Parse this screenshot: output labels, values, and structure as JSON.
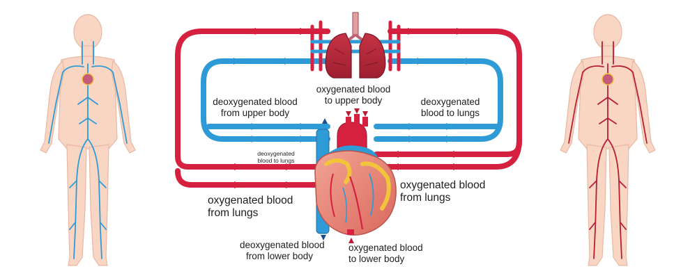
{
  "colors": {
    "oxygenated": "#d6203f",
    "deoxygenated": "#2e9bd6",
    "skin": "#f9d5c3",
    "skin_outline": "#e7b8a3",
    "lung": "#b7283a",
    "heart": "#e58a7c",
    "fat": "#f2c43c"
  },
  "icons": [
    "human-body-veins-figure",
    "human-body-arteries-figure",
    "lungs-illustration",
    "heart-illustration",
    "flow-arrow"
  ],
  "labels": {
    "oxy_upper": [
      "oxygenated blood",
      "to upper body"
    ],
    "deoxy_upper": [
      "deoxygenated blood",
      "from upper body"
    ],
    "deoxy_lungs": [
      "deoxygenated",
      "blood to lungs"
    ],
    "deoxy_lungs_small": [
      "deoxygenated",
      "blood to lungs"
    ],
    "oxy_lungs_left": [
      "oxygenated blood",
      "from lungs"
    ],
    "oxy_lungs_right": [
      "oxygenated blood",
      "from lungs"
    ],
    "deoxy_lower": [
      "deoxygenated blood",
      "from lower body"
    ],
    "oxy_lower": [
      "oxygenated blood",
      "to lower body"
    ]
  }
}
